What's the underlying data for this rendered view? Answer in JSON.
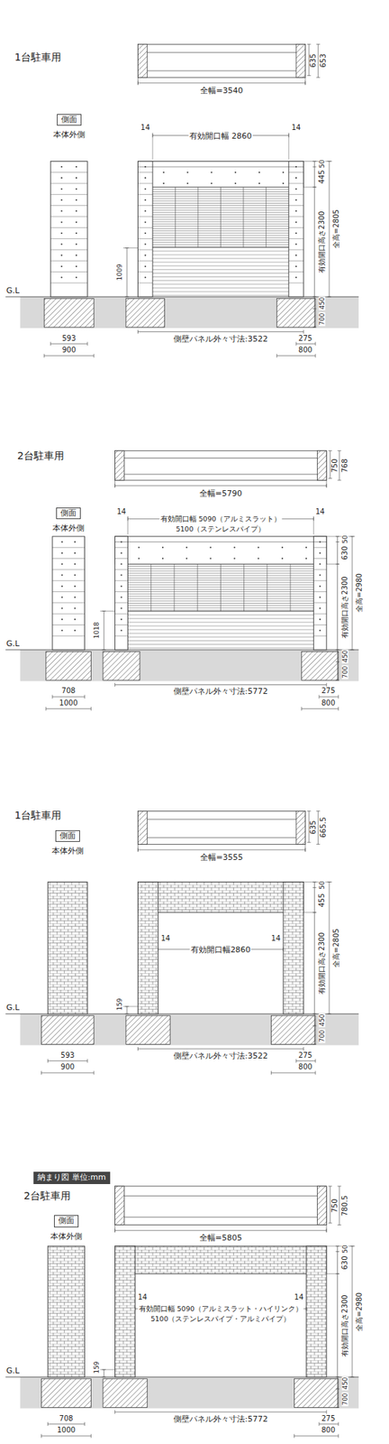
{
  "diagram": {
    "nodes": [
      {
        "text": [
          "側面"
        ]
      },
      {
        "text": [
          "側面"
        ]
      },
      {
        "text": [
          "側面"
        ]
      },
      {
        "text": [
          "納まり図 単位:mm"
        ]
      },
      {
        "text": [
          "側面"
        ]
      }
    ],
    "labels": [
      "1台駐車用",
      "635",
      "653",
      "全幅=3540",
      "本体外側",
      "14",
      "有効開口幅 2860",
      "14",
      "50",
      "445",
      "有効開口高さ2300",
      "全高=2805",
      "450",
      "700",
      "1009",
      "G.L",
      "593",
      "900",
      "側壁パネル外々寸法:3522",
      "275",
      "800",
      "2台駐車用",
      "750",
      "768",
      "全幅=5790",
      "本体外側",
      "14",
      "有効開口幅 5090（アルミスラット）",
      "5100（ステンレスパイプ）",
      "14",
      "50",
      "630",
      "有効開口高さ2300",
      "全高=2980",
      "450",
      "700",
      "1018",
      "G.L",
      "708",
      "1000",
      "側壁パネル外々寸法:5772",
      "275",
      "800",
      "1台駐車用",
      "635",
      "665.5",
      "全幅=3555",
      "本体外側",
      "14",
      "有効開口幅2860",
      "14",
      "50",
      "455",
      "有効開口高さ2300",
      "全高=2805",
      "450",
      "700",
      "159",
      "G.L",
      "593",
      "900",
      "側壁パネル外々寸法:3522",
      "275",
      "800",
      "2台駐車用",
      "750",
      "780.5",
      "全幅=5805",
      "本体外側",
      "14",
      "有効開口幅 5090（アルミスラット・ハイリンク）",
      "5100（ステンレスパイプ・アルミパイプ）",
      "14",
      "50",
      "630",
      "有効開口高さ2300",
      "全高=2980",
      "450",
      "700",
      "159",
      "G.L",
      "708",
      "1000",
      "側壁パネル外々寸法:5772",
      "275",
      "800"
    ]
  }
}
